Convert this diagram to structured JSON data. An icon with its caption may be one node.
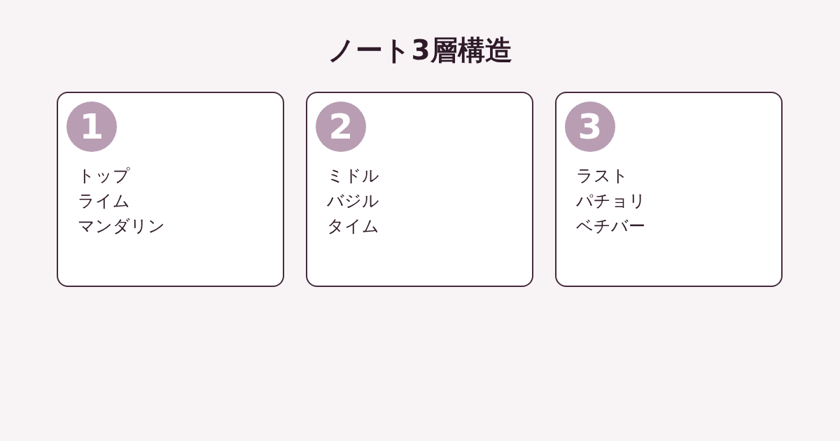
{
  "diagram": {
    "title": "ノート3層構造",
    "nodes": [
      {
        "text": [
          "トップ",
          "ライム",
          "マンダリン"
        ]
      },
      {
        "text": [
          "1"
        ],
        "in": 0
      },
      {
        "text": [
          "ミドル",
          "バジル",
          "タイム"
        ]
      },
      {
        "text": [
          "2"
        ],
        "in": 2
      },
      {
        "text": [
          "ラスト",
          "パチョリ",
          "ベチバー"
        ]
      },
      {
        "text": [
          "3"
        ],
        "in": 4
      }
    ]
  }
}
